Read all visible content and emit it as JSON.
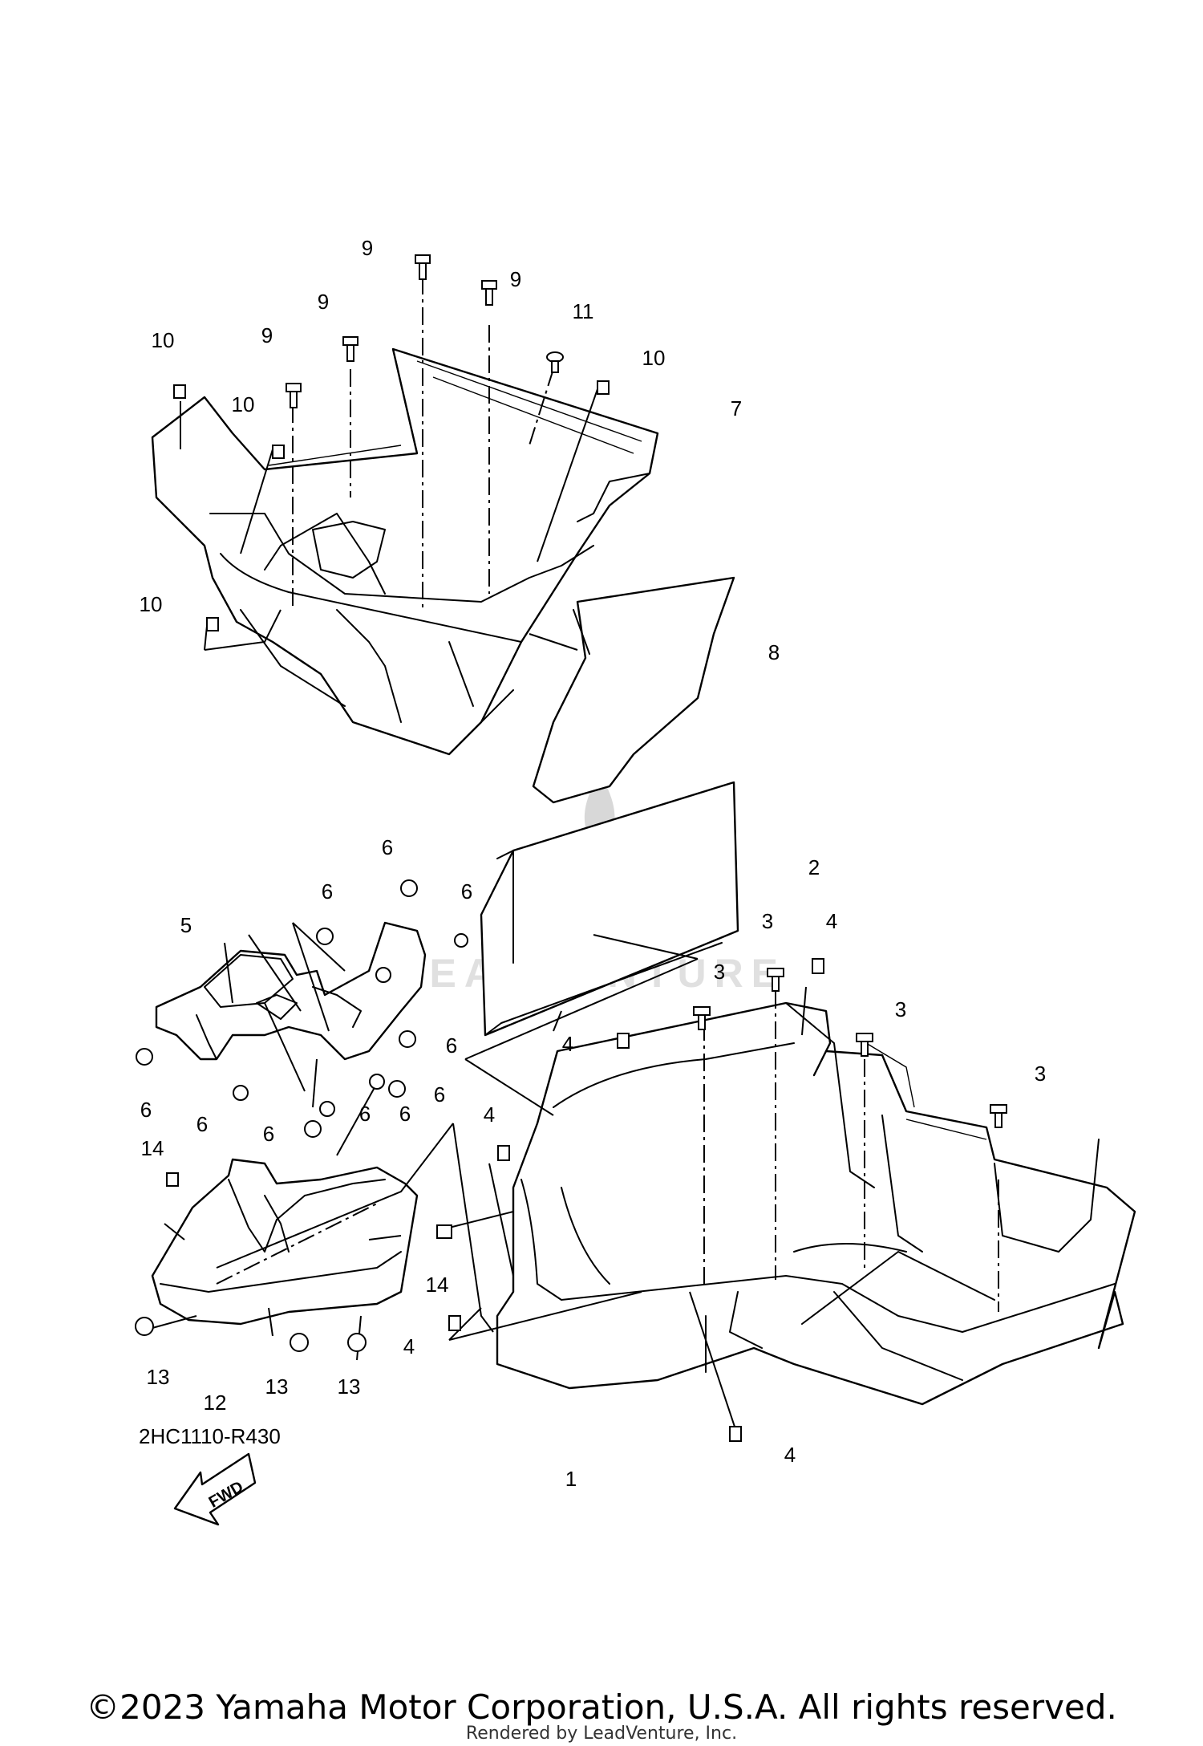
{
  "diagram": {
    "callouts": [
      "1",
      "2",
      "3",
      "4",
      "5",
      "6",
      "7",
      "8",
      "9",
      "10",
      "11",
      "12",
      "13",
      "14"
    ],
    "drawing_code": "2HC1110-R430",
    "fwd_label": "FWD"
  },
  "watermark": {
    "text": "LEADVENTURE"
  },
  "footer": {
    "copyright": "©2023 Yamaha Motor Corporation, U.S.A. All rights reserved.",
    "rendered_by": "Rendered by LeadVenture, Inc."
  }
}
